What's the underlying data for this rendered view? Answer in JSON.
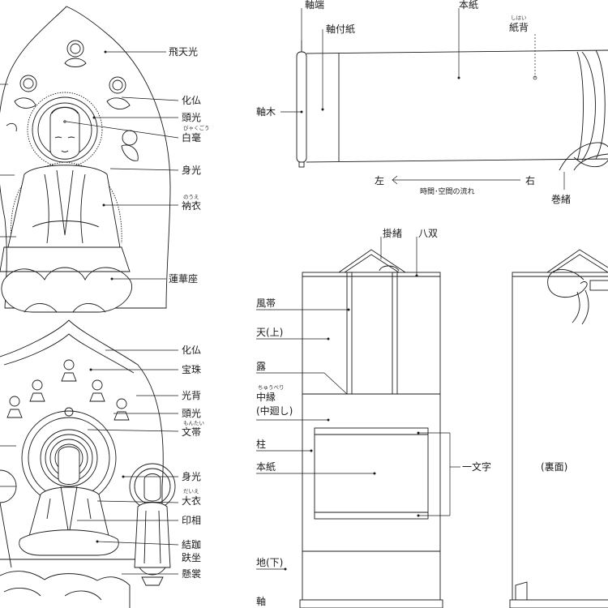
{
  "buddha_seated": {
    "labels": {
      "hitenko": "飛天光",
      "kebutsu": "化仏",
      "zuko": "頭光",
      "byakugo": "白毫",
      "byakugo_ruby": "びゃくごう",
      "shinko": "身光",
      "noe": "衲衣",
      "noe_ruby": "のうえ",
      "rengeza": "蓮華座"
    }
  },
  "triad": {
    "labels": {
      "kebutsu": "化仏",
      "hoju": "宝珠",
      "kohai": "光背",
      "zuko": "頭光",
      "montai": "文帯",
      "montai_ruby": "もんたい",
      "shinko": "身光",
      "daie": "大衣",
      "daie_ruby": "だいえ",
      "inso": "印相",
      "kekka": "結跏",
      "fuza": "趺坐",
      "mosho": "懸裳"
    }
  },
  "scroll_rolled": {
    "labels": {
      "jikutan": "軸端",
      "jikuzukegami": "軸付紙",
      "honshi": "本紙",
      "shihai": "紙背",
      "shihai_ruby": "しはい",
      "jikugi": "軸木",
      "makio": "巻緒",
      "left": "左",
      "right": "右",
      "flow": "時間･空間の流れ"
    }
  },
  "hanging_scroll": {
    "labels": {
      "kakeo": "掛緒",
      "hassou": "八双",
      "futai": "風帯",
      "ten": "天(上)",
      "tsuyu": "露",
      "chuberi_ruby": "ちゅうべり",
      "chuberi": "中縁",
      "chumawashi": "(中廻し)",
      "hashira": "柱",
      "honshi": "本紙",
      "ichimonji": "一文字",
      "chi": "地(下)",
      "jiku": "軸",
      "back": "(裏面)"
    }
  }
}
